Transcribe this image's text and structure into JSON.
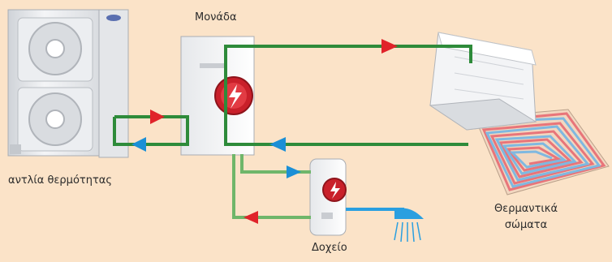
{
  "labels": {
    "heat_pump": "αντλία θερμότητας",
    "unit": "Μονάδα",
    "radiators_line1": "Θερμαντικά",
    "radiators_line2": "σώματα",
    "tank": "Δοχείο"
  },
  "colors": {
    "background": "#fbe3c8",
    "pipe_main": "#2e8b3a",
    "pipe_secondary": "#6fb66a",
    "flow_hot": "#e0232a",
    "flow_cold": "#1b8fd6",
    "underfloor_hot": "#e8757a",
    "underfloor_cold": "#7fb8e0",
    "appliance": "#eef0f3",
    "logo_red": "#c9202a"
  }
}
